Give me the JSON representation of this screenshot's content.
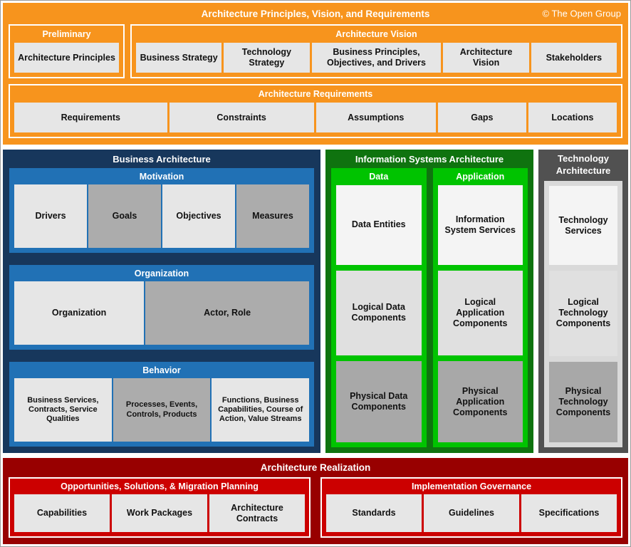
{
  "copyright": "© The Open Group",
  "top": {
    "title": "Architecture Principles, Vision, and Requirements",
    "preliminary": {
      "title": "Preliminary",
      "cells": [
        "Architecture Principles"
      ]
    },
    "vision": {
      "title": "Architecture Vision",
      "cells": [
        "Business Strategy",
        "Technology Strategy",
        "Business Principles, Objectives, and Drivers",
        "Architecture Vision",
        "Stakeholders"
      ]
    },
    "requirements": {
      "title": "Architecture Requirements",
      "cells": [
        "Requirements",
        "Constraints",
        "Assumptions",
        "Gaps",
        "Locations"
      ]
    }
  },
  "business": {
    "title": "Business Architecture",
    "groups": [
      {
        "title": "Motivation",
        "cells": [
          "Drivers",
          "Goals",
          "Objectives",
          "Measures"
        ]
      },
      {
        "title": "Organization",
        "cells": [
          "Organization",
          "Actor, Role"
        ]
      },
      {
        "title": "Behavior",
        "cells": [
          "Business Services, Contracts, Service Qualities",
          "Processes, Events, Controls, Products",
          "Functions, Business Capabilities, Course of Action, Value Streams"
        ]
      }
    ]
  },
  "infosys": {
    "title": "Information Systems Architecture",
    "columns": [
      {
        "title": "Data",
        "cells": [
          "Data Entities",
          "Logical Data Components",
          "Physical Data Components"
        ]
      },
      {
        "title": "Application",
        "cells": [
          "Information System Services",
          "Logical Application Components",
          "Physical Application Components"
        ]
      }
    ]
  },
  "technology": {
    "title": "Technology Architecture",
    "cells": [
      "Technology Services",
      "Logical Technology Components",
      "Physical Technology Components"
    ]
  },
  "realization": {
    "title": "Architecture Realization",
    "groups": [
      {
        "title": "Opportunities, Solutions, & Migration Planning",
        "cells": [
          "Capabilities",
          "Work Packages",
          "Architecture Contracts"
        ]
      },
      {
        "title": "Implementation Governance",
        "cells": [
          "Standards",
          "Guidelines",
          "Specifications"
        ]
      }
    ]
  },
  "colors": {
    "orange": "#F7941D",
    "navy": "#17375C",
    "blue": "#2171B5",
    "dark_green": "#0F730F",
    "green": "#00C300",
    "dark_gray": "#515151",
    "tech_panel": "#D9D9D9",
    "dark_red": "#980000",
    "red": "#CC0000",
    "cell_light": "#E6E6E6",
    "cell_mid": "#ACACAC",
    "stack_top": "#F4F4F4",
    "stack_mid": "#E0E0E0",
    "stack_bottom": "#A8A8A8"
  }
}
